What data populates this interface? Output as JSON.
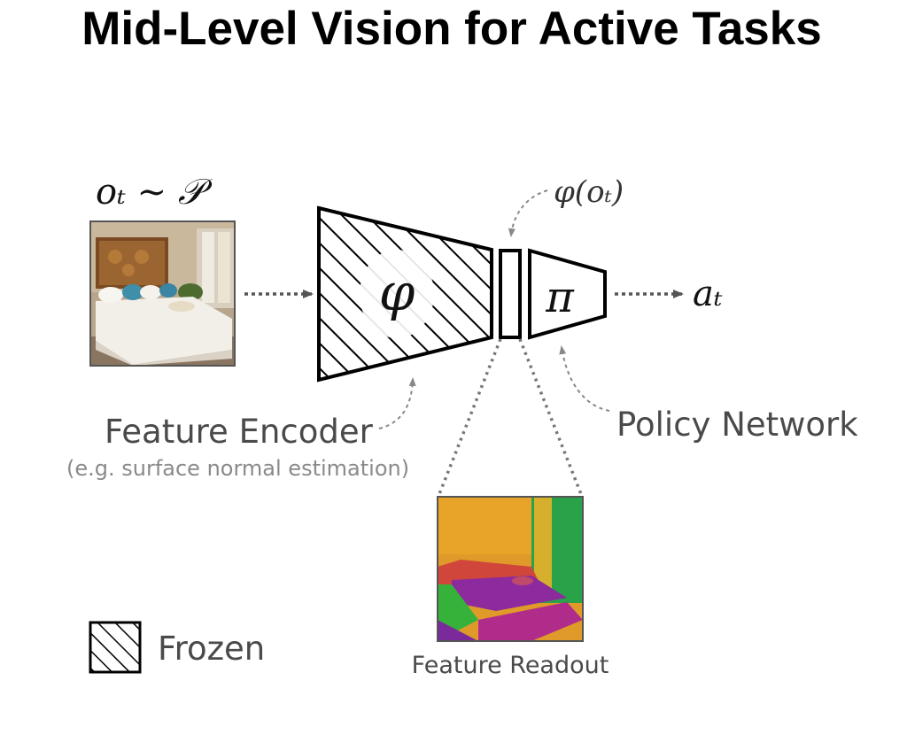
{
  "title": "Mid-Level Vision for Active Tasks",
  "observation": {
    "label": "o_t ~ P",
    "image_desc_name": "bedroom-photo"
  },
  "encoder": {
    "symbol": "φ",
    "label": "Feature Encoder",
    "sublabel": "(e.g. surface normal estimation)"
  },
  "representation": {
    "label": "φ(o_t)"
  },
  "policy": {
    "symbol": "π",
    "label": "Policy Network"
  },
  "action": {
    "label": "a_t"
  },
  "readout": {
    "label": "Feature Readout"
  },
  "legend": {
    "label": "Frozen"
  },
  "colors": {
    "stroke": "#000000",
    "arrow": "#555555",
    "dashed": "#888888"
  }
}
